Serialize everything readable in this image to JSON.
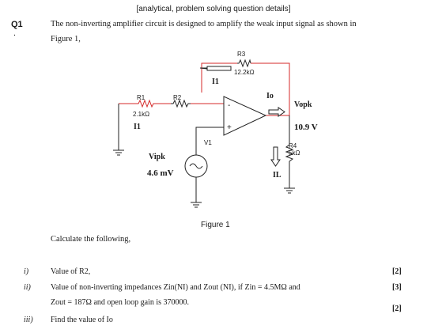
{
  "header": "[analytical, problem solving question details]",
  "question": {
    "number": "Q1",
    "dot": ".",
    "intro_line1": "The non-inverting amplifier circuit is designed to amplify the weak input signal as shown in",
    "intro_line2": "Figure 1,"
  },
  "figure": {
    "r3_name": "R3",
    "r3_value": "12.2kΩ",
    "i1_top": "I1",
    "r1_name": "R1",
    "r1_value": "2.1kΩ",
    "r2_name": "R2",
    "i1_left": "I1",
    "io": "Io",
    "vopk": "Vopk",
    "vout_value": "10.9 V",
    "r4_name": "R4",
    "r4_value": "5kΩ",
    "il": "IL",
    "v1": "V1",
    "vipk": "Vipk",
    "vin_value": "4.6 mV",
    "minus": "-",
    "plus": "+",
    "caption": "Figure 1"
  },
  "calculate": "Calculate the following,",
  "items": [
    {
      "num": "i)",
      "text": "Value of R2,",
      "marks": "[2]"
    },
    {
      "num": "ii)",
      "line1": "Value  of  non-inverting  impedances  Zin(NI)  and  Zout  (NI),  if  Zin  =  4.5MΩ  and",
      "line2": "Zout = 187Ω and open loop gain is 370000.",
      "marks": "[3]"
    },
    {
      "num": "iii)",
      "text": "Find the value of Io",
      "marks": "[2]"
    }
  ]
}
